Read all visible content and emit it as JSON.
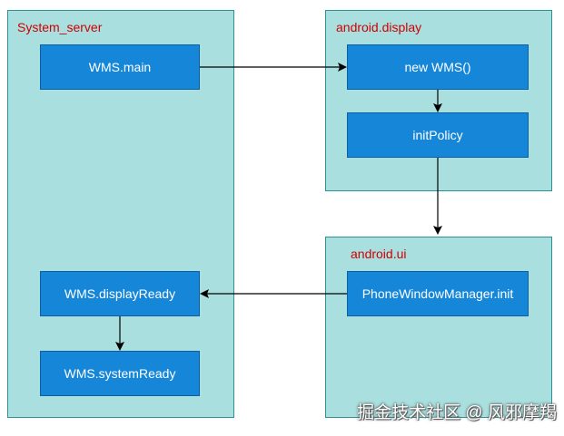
{
  "panels": {
    "system_server": {
      "title": "System_server"
    },
    "android_display": {
      "title": "android.display"
    },
    "android_ui": {
      "title": "android.ui"
    }
  },
  "nodes": {
    "wms_main": "WMS.main",
    "new_wms": "new WMS()",
    "init_policy": "initPolicy",
    "phone_window_manager_init": "PhoneWindowManager.init",
    "wms_display_ready": "WMS.displayReady",
    "wms_system_ready": "WMS.systemReady"
  },
  "edges": [
    {
      "from": "WMS.main",
      "to": "new WMS()"
    },
    {
      "from": "new WMS()",
      "to": "initPolicy"
    },
    {
      "from": "initPolicy",
      "to": "PhoneWindowManager.init"
    },
    {
      "from": "PhoneWindowManager.init",
      "to": "WMS.displayReady"
    },
    {
      "from": "WMS.displayReady",
      "to": "WMS.systemReady"
    }
  ],
  "colors": {
    "panel_fill": "#a9dfdf",
    "panel_border": "#2a9393",
    "panel_title": "#d20000",
    "node_fill": "#1686d8",
    "node_text": "#ffffff",
    "edge": "#000000"
  },
  "watermark": "掘金技术社区 @ 风邪摩羯"
}
